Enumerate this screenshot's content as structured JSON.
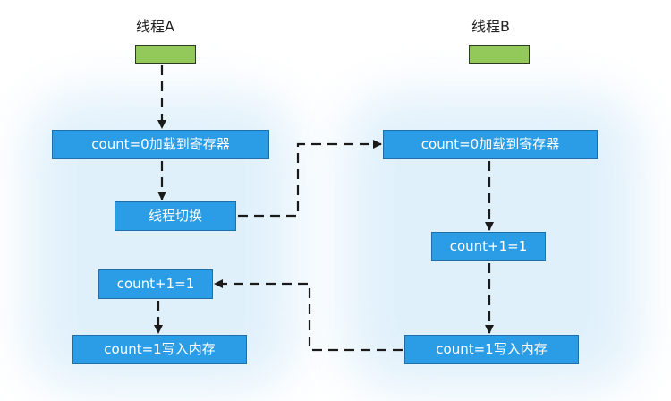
{
  "thread_a": {
    "title": "线程A",
    "steps": [
      "count=0加载到寄存器",
      "线程切换",
      "count+1=1",
      "count=1写入内存"
    ]
  },
  "thread_b": {
    "title": "线程B",
    "steps": [
      "count=0加载到寄存器",
      "count+1=1",
      "count=1写入内存"
    ]
  },
  "colors": {
    "marker_fill": "#93c95b",
    "step_fill": "#2b9de6",
    "step_text": "#ffffff",
    "arrow": "#1a1a1a"
  }
}
